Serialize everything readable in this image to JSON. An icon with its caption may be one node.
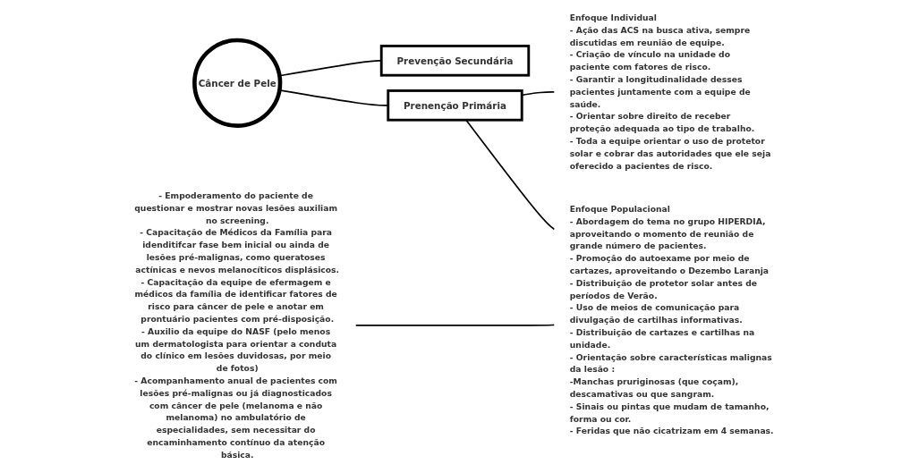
{
  "diagram": {
    "nodes": [
      {
        "text": [
          "Câncer de Pele"
        ]
      },
      {
        "text": [
          "Prevenção Secundária"
        ]
      },
      {
        "text": [
          "Prenenção Primária"
        ]
      },
      {
        "text": [
          "Enfoque Individual",
          "- Ação das ACS na busca ativa, sempre discutidas em reunião de equipe.",
          "- Criação de vínculo na unidade do paciente com fatores de risco.",
          "- Garantir a longitudinalidade desses pacientes juntamente com a equipe de saúde.",
          "- Orientar sobre direito de receber proteção adequada ao tipo de trabalho.",
          "- Toda a equipe orientar o uso de protetor solar e cobrar das autoridades que ele seja oferecido a pacientes de risco."
        ]
      },
      {
        "text": [
          "Enfoque Populacional",
          "- Abordagem do tema no grupo HIPERDIA, aproveitando o momento de reunião de grande número de pacientes.",
          "- Promoção do autoexame por meio de cartazes, aproveitando o Dezembo Laranja",
          "- Distribuição de protetor solar antes de períodos de Verão.",
          "- Uso de meios de comunicação para divulgação de cartilhas informativas.",
          "- Distribuição de cartazes e cartilhas na unidade.",
          "- Orientação sobre características malignas da lesão :",
          "-Manchas pruriginosas (que coçam), descamativas ou que sangram.",
          "- Sinais ou pintas que mudam de tamanho, forma ou cor.",
          "- Feridas que não cicatrizam em 4 semanas."
        ]
      },
      {
        "text": [
          "- Empoderamento do paciente de questionar e mostrar novas lesões auxiliam no screening.",
          "- Capacitação de Médicos da Família para idenditifcar fase bem inicial ou ainda de lesões pré-malignas, como queratoses actínicas e nevos melanocíticos displásicos.",
          "- Capacitação da equipe de efermagem e médicos da família de identificar fatores de risco para câncer de pele e anotar em prontuário pacientes com pré-disposição.",
          "- Auxilio da equipe do NASF (pelo menos um dermatologista para orientar a conduta do clínico em lesões duvidosas, por meio de fotos)",
          "- Acompanhamento anual de pacientes com lesões pré-malignas ou já diagnosticados com câncer de pele (melanoma e não melanoma) no ambulatório de especialidades, sem necessitar do encaminhamento contínuo da atenção básica."
        ]
      }
    ],
    "edges": [
      {
        "from": 0,
        "to": 1,
        "arrow": "none"
      },
      {
        "from": 0,
        "to": 2,
        "arrow": "none"
      },
      {
        "from": 2,
        "to": 3,
        "arrow": "none"
      },
      {
        "from": 2,
        "to": 4,
        "arrow": "none"
      },
      {
        "from": 5,
        "to": 4,
        "arrow": "none"
      }
    ]
  }
}
